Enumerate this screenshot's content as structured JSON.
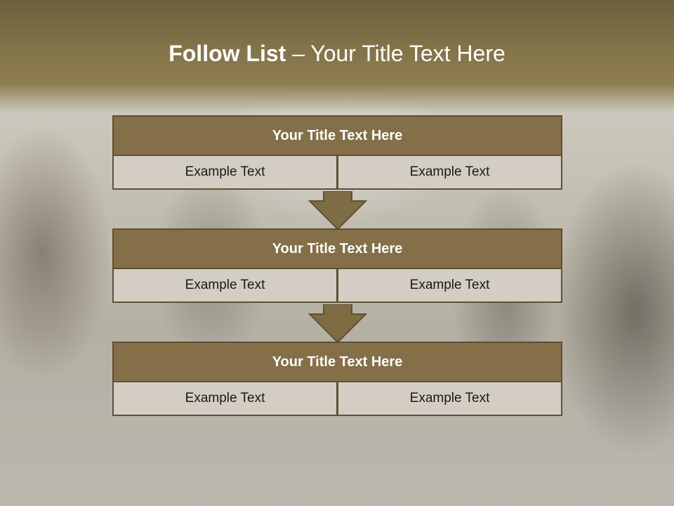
{
  "title": {
    "bold": "Follow List",
    "rest": " – Your Title Text Here"
  },
  "steps": [
    {
      "title": "Your Title Text Here",
      "left": "Example Text",
      "right": "Example Text"
    },
    {
      "title": "Your Title Text Here",
      "left": "Example Text",
      "right": "Example Text"
    },
    {
      "title": "Your Title Text Here",
      "left": "Example Text",
      "right": "Example Text"
    }
  ],
  "colors": {
    "header": "#846f48",
    "border": "#5e5033",
    "cell": "#d3cdc4",
    "arrow": "#7e6c45"
  }
}
